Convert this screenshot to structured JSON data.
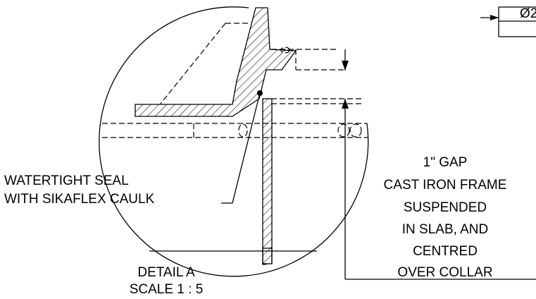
{
  "drawing": {
    "dimension_symbol": "Ø2",
    "watertight_note": [
      "WATERTIGHT SEAL",
      "WITH SIKAFLEX CAULK"
    ],
    "frame_note": [
      "1\" GAP",
      "CAST IRON FRAME",
      "SUSPENDED",
      "IN SLAB, AND",
      "CENTRED",
      "OVER COLLAR"
    ],
    "detail_title": "DETAIL A",
    "detail_scale": "SCALE 1 : 5"
  }
}
